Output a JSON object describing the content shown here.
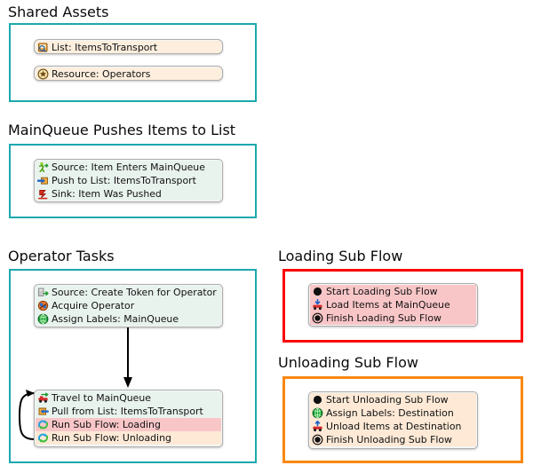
{
  "colors": {
    "teal_border": "#1aa9ae",
    "red_border": "#fb0606",
    "orange_border": "#f98812",
    "row_mint": "#e9f3ee",
    "row_cream": "#fdeedd",
    "row_pink": "#f9c6c8",
    "row_peach": "#fde9d6",
    "text": "#111111"
  },
  "panels": {
    "shared_assets": {
      "title": "Shared Assets",
      "border_color": "#1aa9ae",
      "nodes": [
        {
          "rows": [
            {
              "label": "List: ItemsToTransport",
              "icon": "list-icon",
              "bg": "cream"
            }
          ]
        },
        {
          "rows": [
            {
              "label": "Resource: Operators",
              "icon": "resource-star-icon",
              "bg": "cream"
            }
          ]
        }
      ]
    },
    "mainqueue_pushes": {
      "title": "MainQueue Pushes Items to List",
      "border_color": "#1aa9ae",
      "nodes": [
        {
          "rows": [
            {
              "label": "Source: Item Enters MainQueue",
              "icon": "source-runner-icon",
              "bg": "mint"
            },
            {
              "label": "Push to List: ItemsToTransport",
              "icon": "push-arrow-icon",
              "bg": "mint"
            },
            {
              "label": "Sink: Item Was Pushed",
              "icon": "sink-icon",
              "bg": "mint"
            }
          ]
        }
      ]
    },
    "operator_tasks": {
      "title": "Operator Tasks",
      "border_color": "#1aa9ae",
      "nodes": [
        {
          "rows": [
            {
              "label": "Source: Create Token for Operator",
              "icon": "source-token-icon",
              "bg": "mint"
            },
            {
              "label": "Acquire Operator",
              "icon": "acquire-icon",
              "bg": "mint"
            },
            {
              "label": "Assign Labels: MainQueue",
              "icon": "assign-labels-icon",
              "bg": "mint"
            }
          ]
        },
        {
          "rows": [
            {
              "label": "Travel to MainQueue",
              "icon": "travel-icon",
              "bg": "mint"
            },
            {
              "label": "Pull from List: ItemsToTransport",
              "icon": "pull-icon",
              "bg": "mint"
            },
            {
              "label": "Run Sub Flow: Loading",
              "icon": "subflow-icon",
              "bg": "pink"
            },
            {
              "label": "Run Sub Flow: Unloading",
              "icon": "subflow-icon",
              "bg": "peach"
            }
          ]
        }
      ],
      "connectors": [
        {
          "name": "downward-arrow"
        },
        {
          "name": "loopback-arrow"
        }
      ]
    },
    "loading_sub_flow": {
      "title": "Loading Sub Flow",
      "border_color": "#fb0606",
      "nodes": [
        {
          "rows": [
            {
              "label": "Start Loading Sub Flow",
              "icon": "start-dot-icon",
              "bg": "pink"
            },
            {
              "label": "Load Items at MainQueue",
              "icon": "load-cart-icon",
              "bg": "pink"
            },
            {
              "label": "Finish Loading Sub Flow",
              "icon": "finish-dot-icon",
              "bg": "pink"
            }
          ]
        }
      ]
    },
    "unloading_sub_flow": {
      "title": "Unloading Sub Flow",
      "border_color": "#f98812",
      "nodes": [
        {
          "rows": [
            {
              "label": "Start Unloading Sub Flow",
              "icon": "start-dot-icon",
              "bg": "peach"
            },
            {
              "label": "Assign Labels: Destination",
              "icon": "assign-labels-icon",
              "bg": "peach"
            },
            {
              "label": "Unload Items at Destination",
              "icon": "unload-cart-icon",
              "bg": "peach"
            },
            {
              "label": "Finish Unloading Sub Flow",
              "icon": "finish-dot-icon",
              "bg": "peach"
            }
          ]
        }
      ]
    }
  }
}
